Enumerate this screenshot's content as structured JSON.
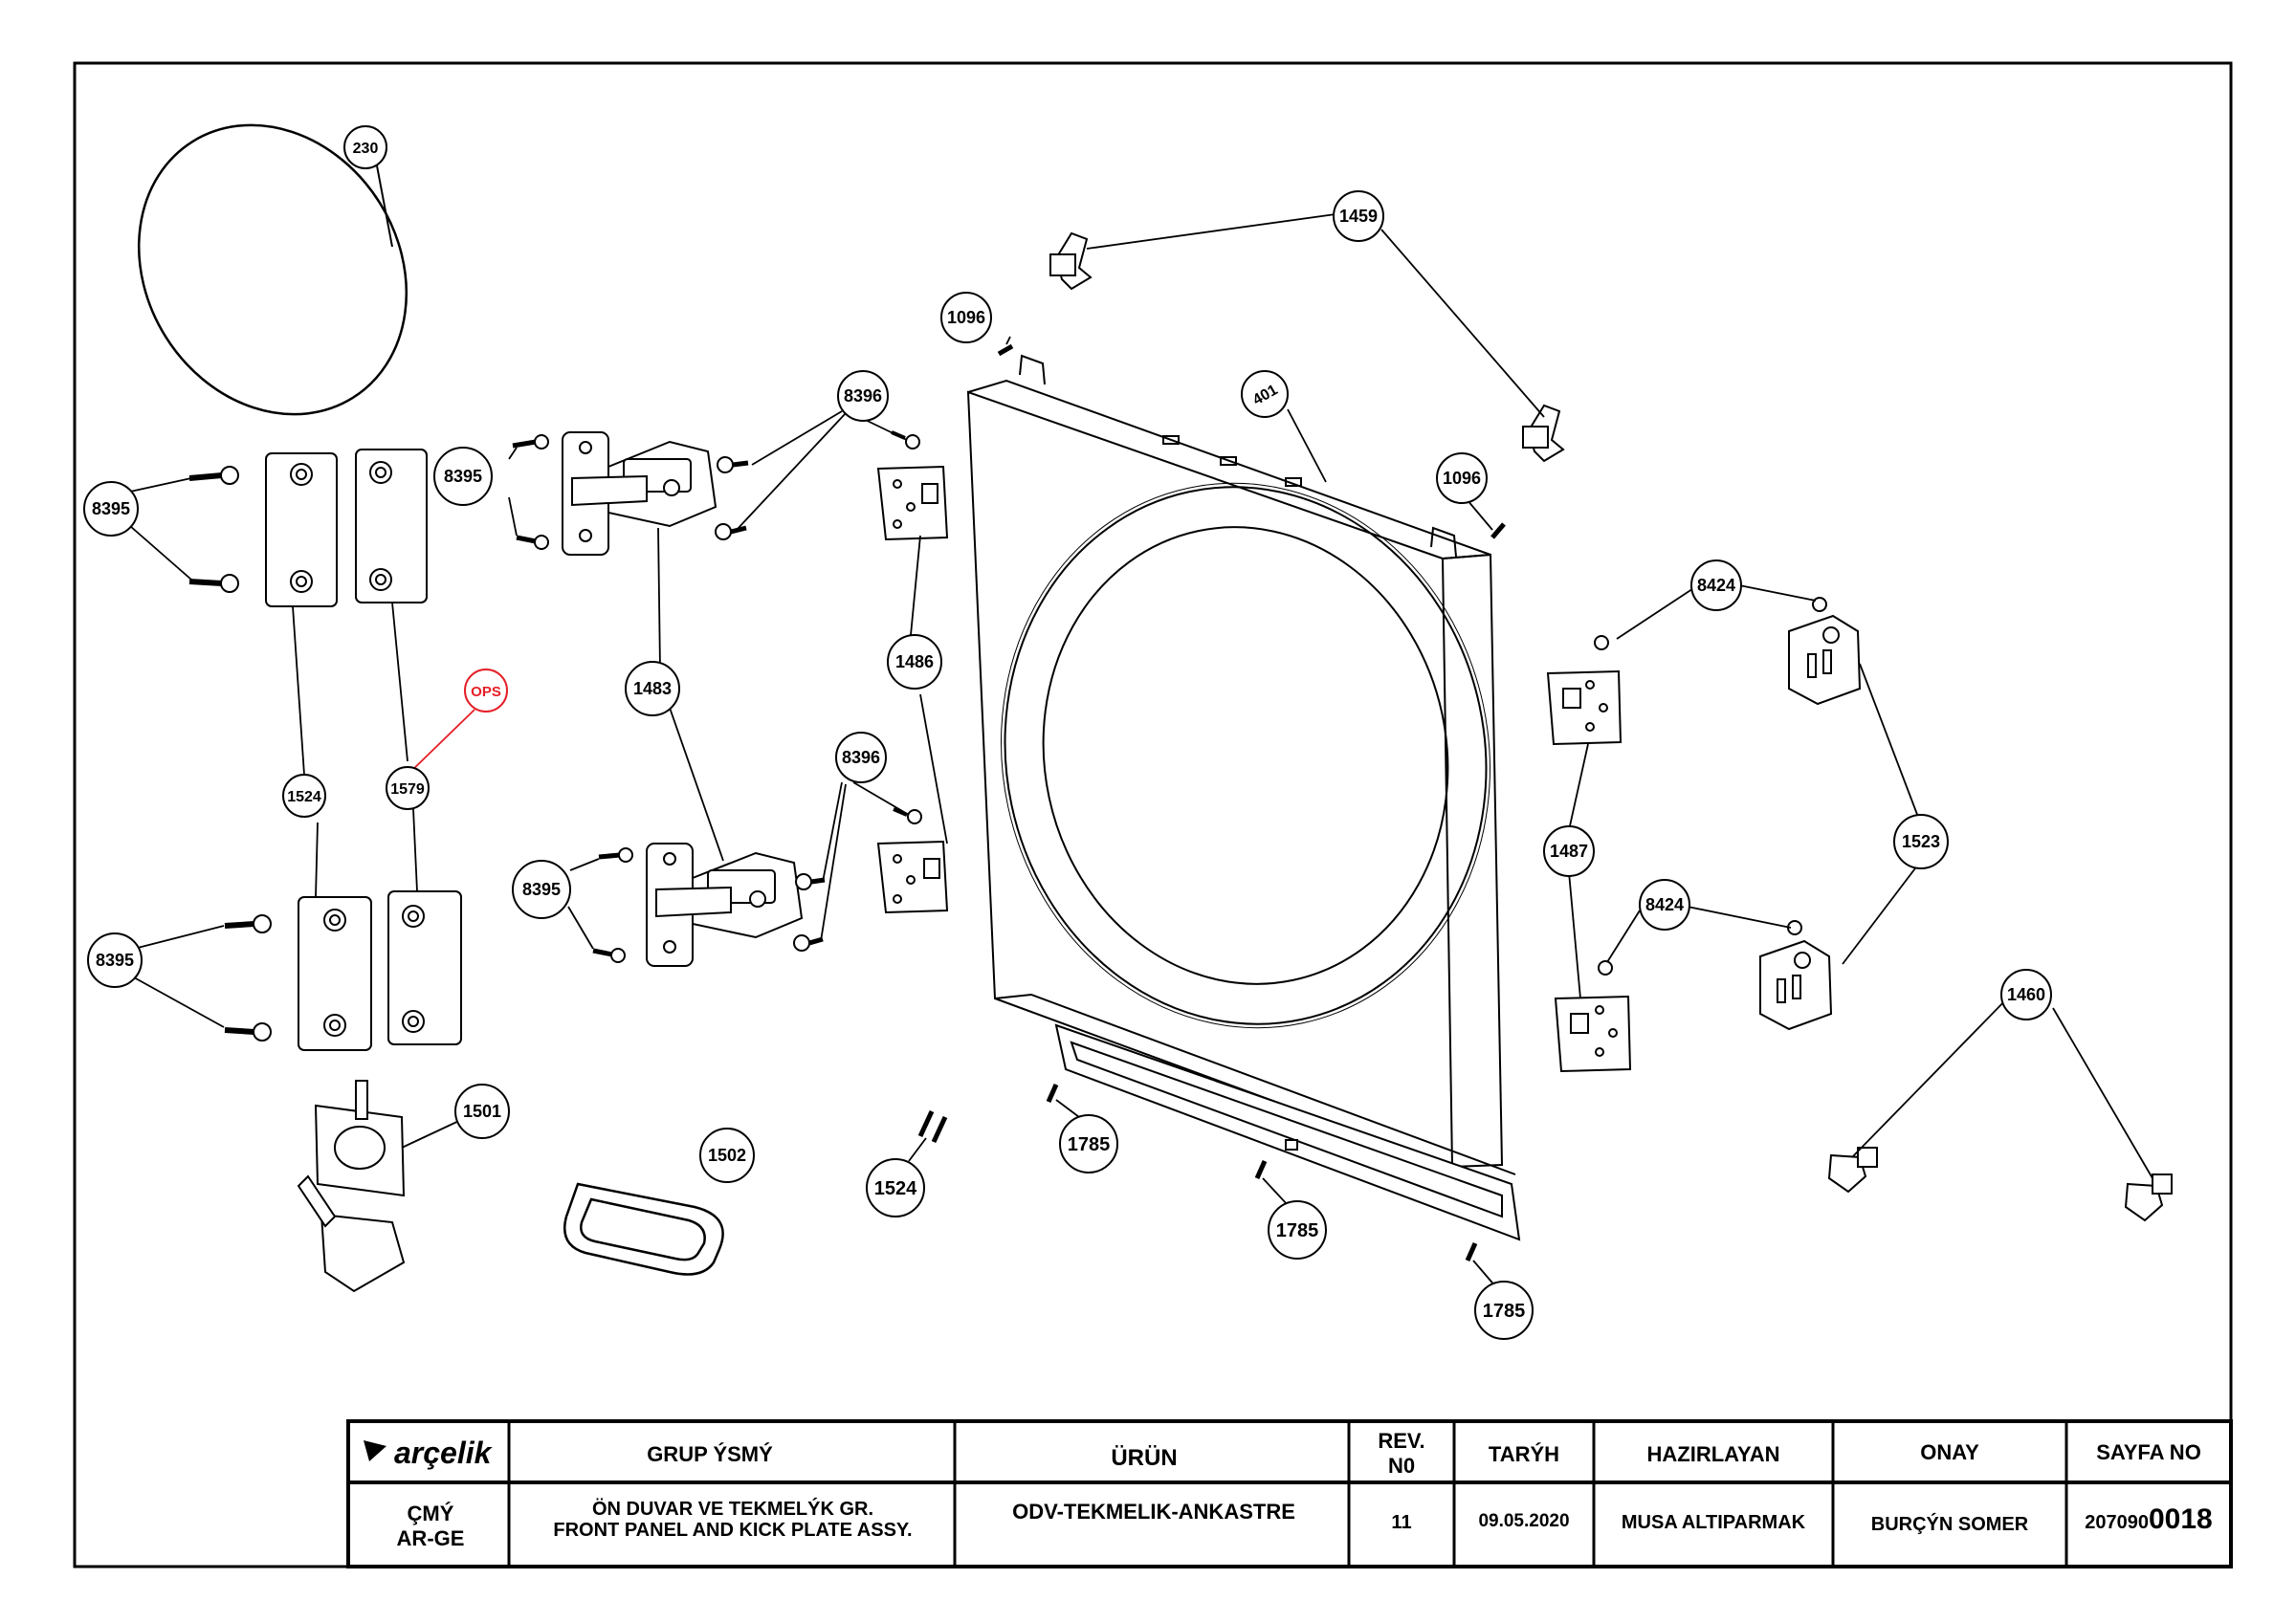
{
  "labels": {
    "l230": "230",
    "l1459": "1459",
    "l1096a": "1096",
    "l1096b": "1096",
    "l401": "401",
    "l8396a": "8396",
    "l8396b": "8396",
    "l8395a": "8395",
    "l8395b": "8395",
    "l8395c": "8395",
    "l8395d": "8395",
    "l1483": "1483",
    "l1486": "1486",
    "l1524a": "1524",
    "l1524b": "1524",
    "l1579": "1579",
    "lOPS": "OPS",
    "l8424a": "8424",
    "l8424b": "8424",
    "l1523": "1523",
    "l1487": "1487",
    "l1460": "1460",
    "l1501": "1501",
    "l1502": "1502",
    "l1785a": "1785",
    "l1785b": "1785",
    "l1785c": "1785"
  },
  "title_block": {
    "logo": "arçelik",
    "headers": {
      "group": "GRUP ÝSMÝ",
      "product": "ÜRÜN",
      "rev_line1": "REV.",
      "rev_line2": "N0",
      "date": "TARÝH",
      "prepared": "HAZIRLAYAN",
      "approval": "ONAY",
      "page": "SAYFA NO"
    },
    "values": {
      "dept_line1": "ÇMÝ",
      "dept_line2": "AR-GE",
      "group_line1": "ÖN DUVAR VE TEKMELÝK GR.",
      "group_line2": "FRONT PANEL AND KICK PLATE ASSY.",
      "product": "ODV-TEKMELIK-ANKASTRE",
      "rev": "11",
      "date": "09.05.2020",
      "prepared": "MUSA ALTIPARMAK",
      "approval": "BURÇÝN SOMER",
      "page_prefix": "207090",
      "page_suffix": "0018"
    }
  },
  "colors": {
    "line": "#000000",
    "highlight": "#e41e26",
    "background": "#ffffff"
  }
}
